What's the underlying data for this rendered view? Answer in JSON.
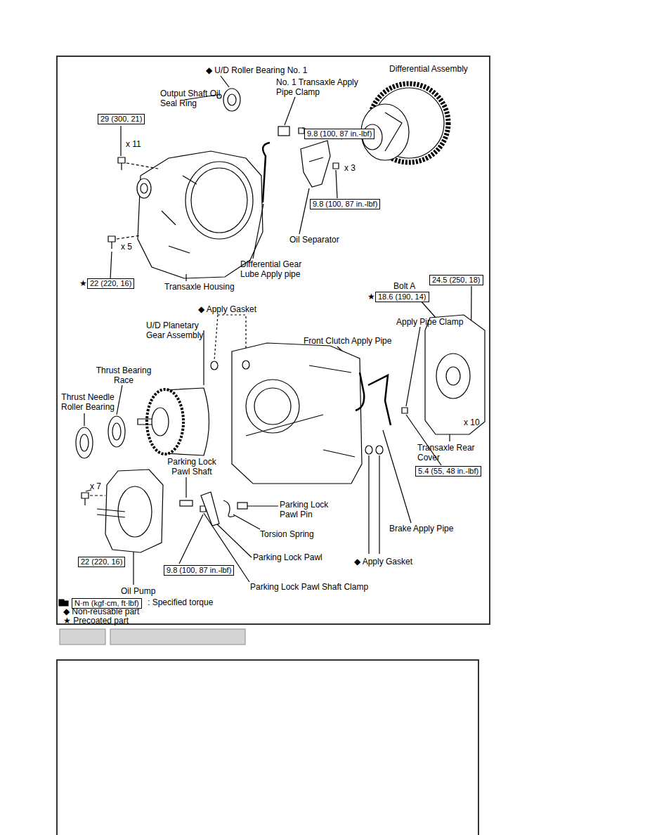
{
  "diagram": {
    "nodes": [
      {
        "text": [
          "29 (300, 21)"
        ]
      },
      {
        "text": [
          "9.8 (100, 87 in.-lbf)"
        ]
      },
      {
        "text": [
          "9.8 (100, 87 in.-lbf)"
        ]
      },
      {
        "text": [
          "22 (220, 16)"
        ]
      },
      {
        "text": [
          "18.6 (190, 14)"
        ]
      },
      {
        "text": [
          "24.5 (250, 18)"
        ]
      },
      {
        "text": [
          "5.4 (55, 48 in.-lbf)"
        ]
      },
      {
        "text": [
          "22 (220, 16)"
        ]
      },
      {
        "text": [
          "9.8 (100, 87 in.-lbf)"
        ]
      },
      {
        "text": [
          "N·m (kgf·cm, ft·lbf)"
        ]
      }
    ],
    "labels": [
      "◆ U/D Roller Bearing No. 1",
      "Differential Assembly",
      "No. 1 Transaxle Apply Pipe Clamp",
      "Output Shaft Oil Seal Ring",
      "x 11",
      "x 3",
      "Oil Separator",
      "x 5",
      "Differential Gear Lube Apply pipe",
      "Transaxle Housing",
      "★",
      "★",
      "Bolt A",
      "◆ Apply Gasket",
      "U/D Planetary Gear Assembly",
      "Apply Pipe Clamp",
      "Front Clutch Apply Pipe",
      "Thrust Bearing Race",
      "Thrust Needle Roller Bearing",
      "x 10",
      "Transaxle Rear Cover",
      "Parking Lock Pawl Shaft",
      "x 7",
      "Parking Lock Pawl Pin",
      "Torsion Spring",
      "Brake Apply Pipe",
      "Parking Lock Pawl",
      "◆ Apply Gasket",
      "Parking Lock Pawl Shaft Clamp",
      "Oil Pump"
    ],
    "legend": [
      {
        "text": ": Specified torque"
      },
      {
        "text": "◆ Non-reusable part"
      },
      {
        "text": "★ Precoated part"
      }
    ]
  }
}
